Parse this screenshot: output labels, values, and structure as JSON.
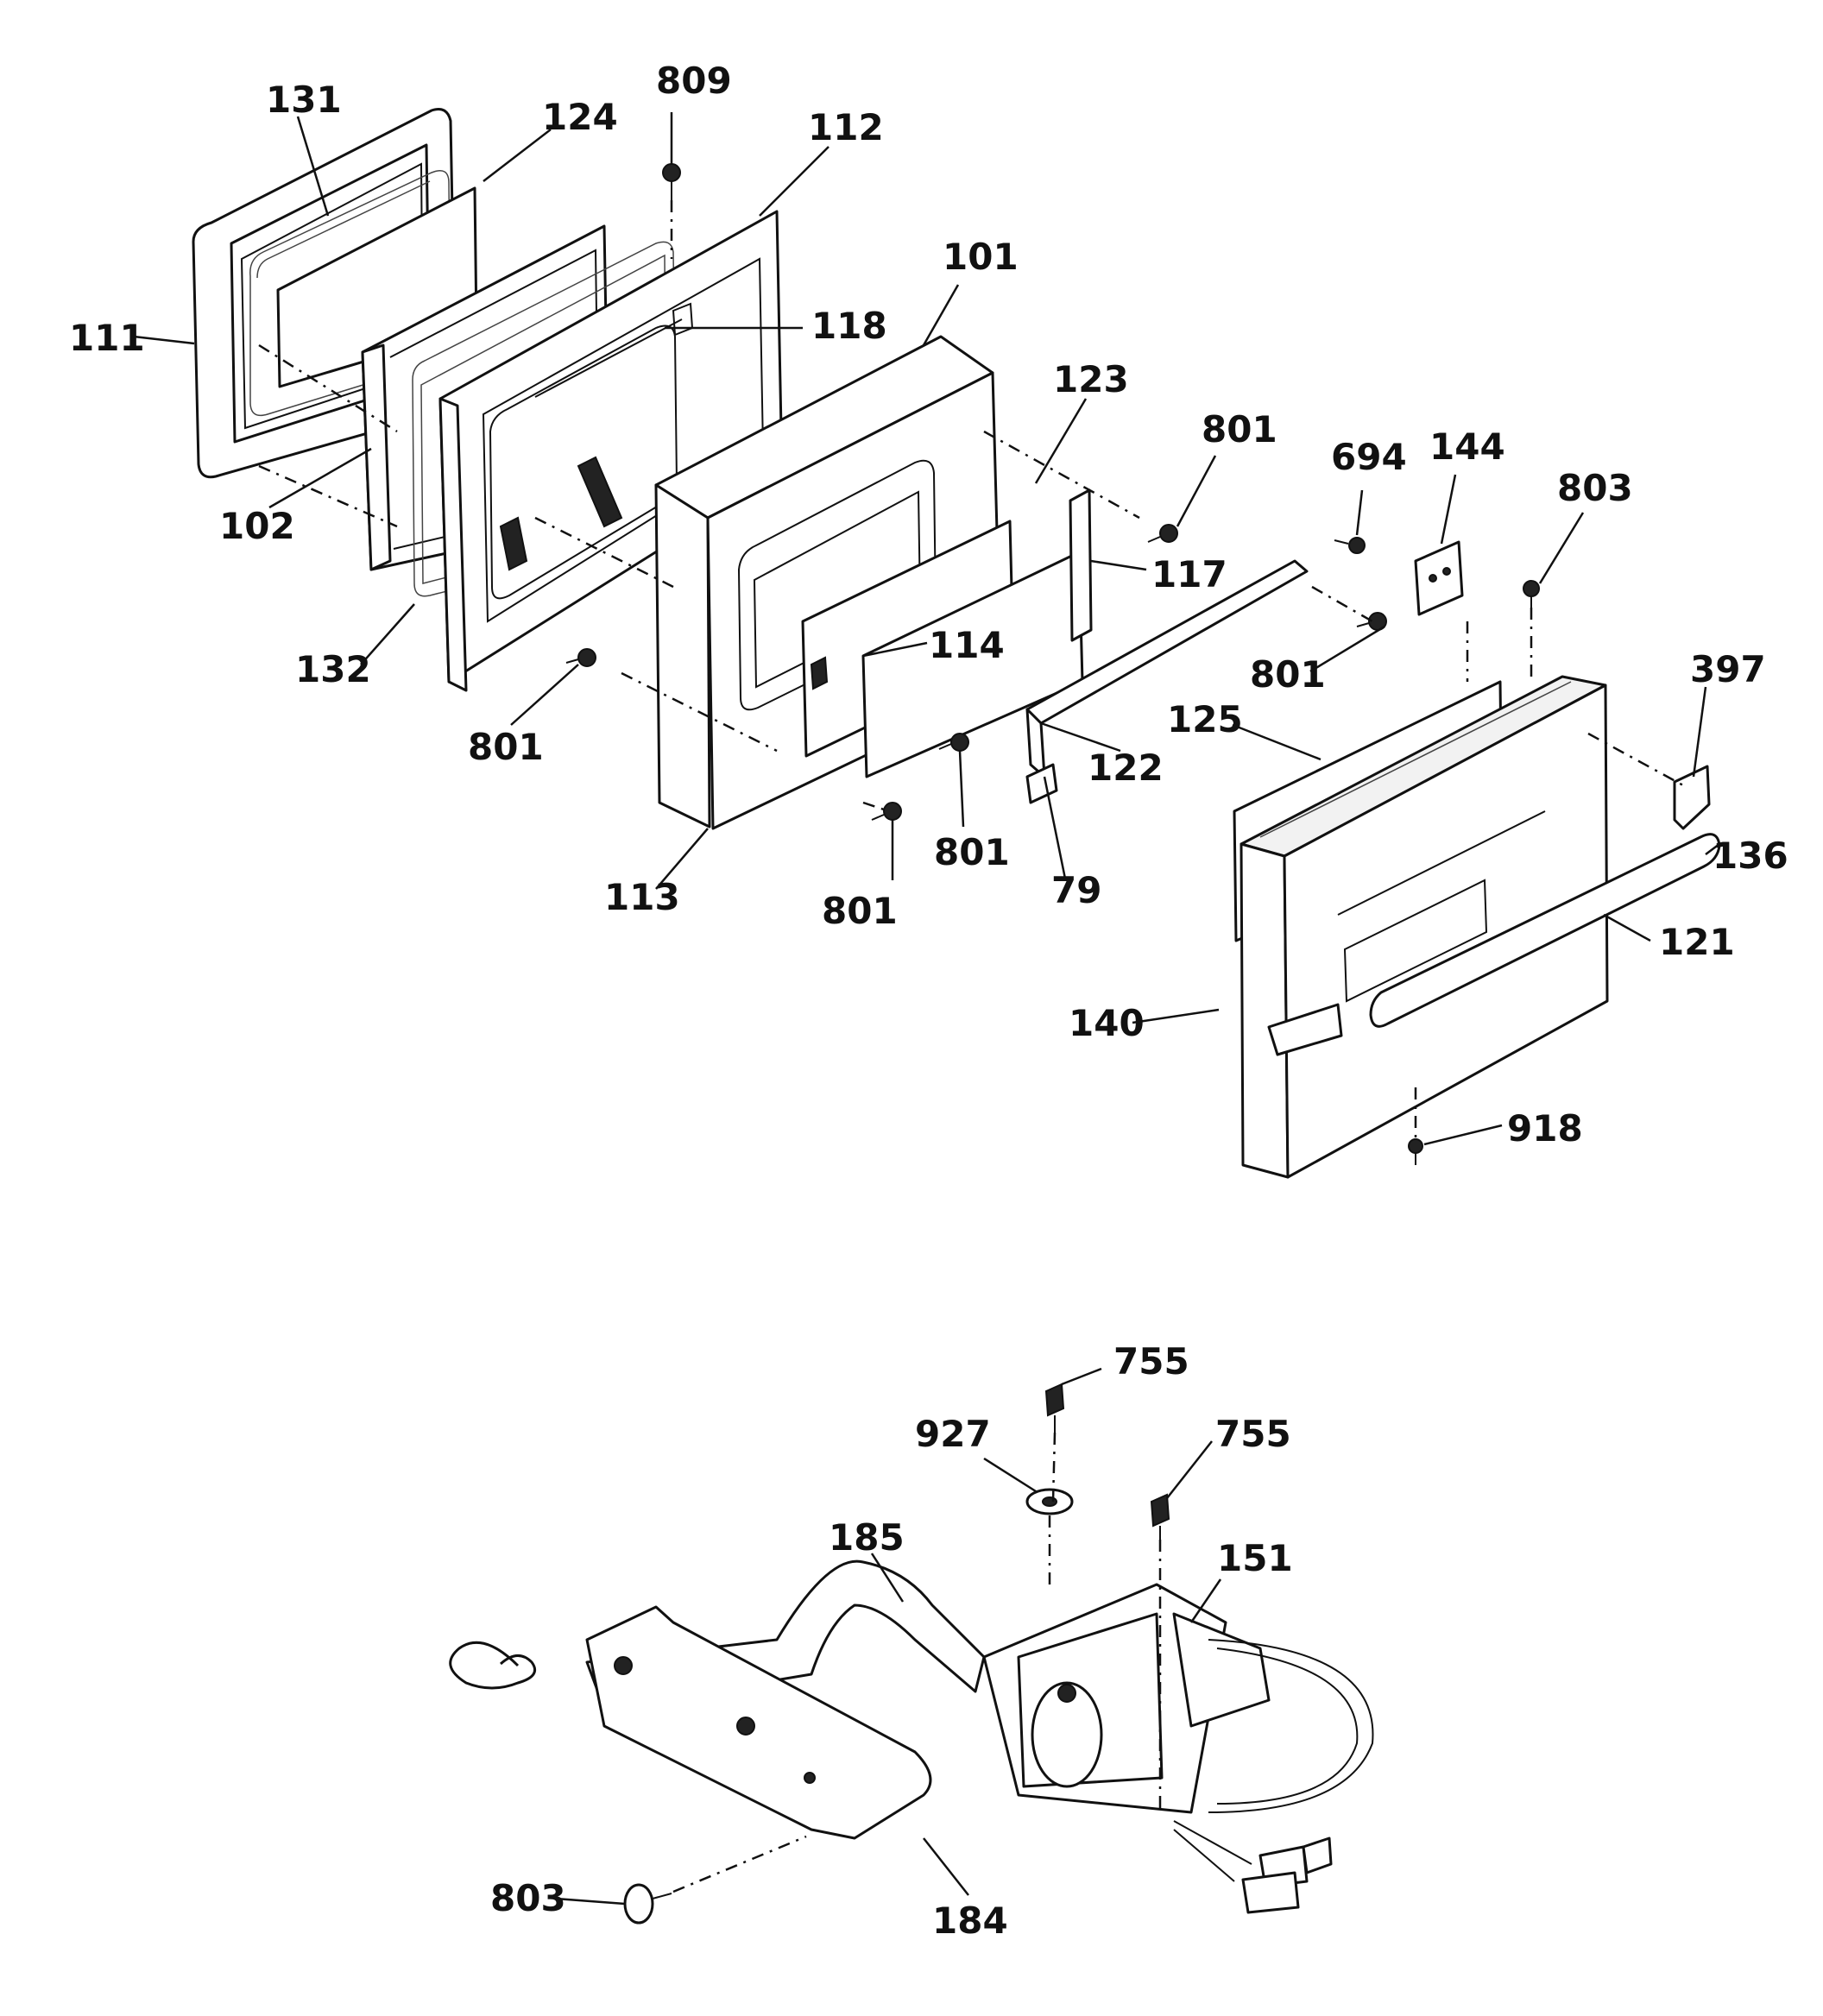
{
  "upper_assembly": {
    "labels": [
      "131",
      "124",
      "809",
      "112",
      "111",
      "118",
      "101",
      "123",
      "801",
      "694",
      "144",
      "803",
      "102",
      "117",
      "132",
      "114",
      "801",
      "801",
      "397",
      "125",
      "801",
      "122",
      "136",
      "801",
      "113",
      "801",
      "79",
      "121",
      "140",
      "918"
    ]
  },
  "lower_assembly": {
    "labels": [
      "755",
      "927",
      "755",
      "185",
      "151",
      "803",
      "184"
    ]
  },
  "colors": {
    "line": "#111111",
    "background": "#ffffff"
  }
}
